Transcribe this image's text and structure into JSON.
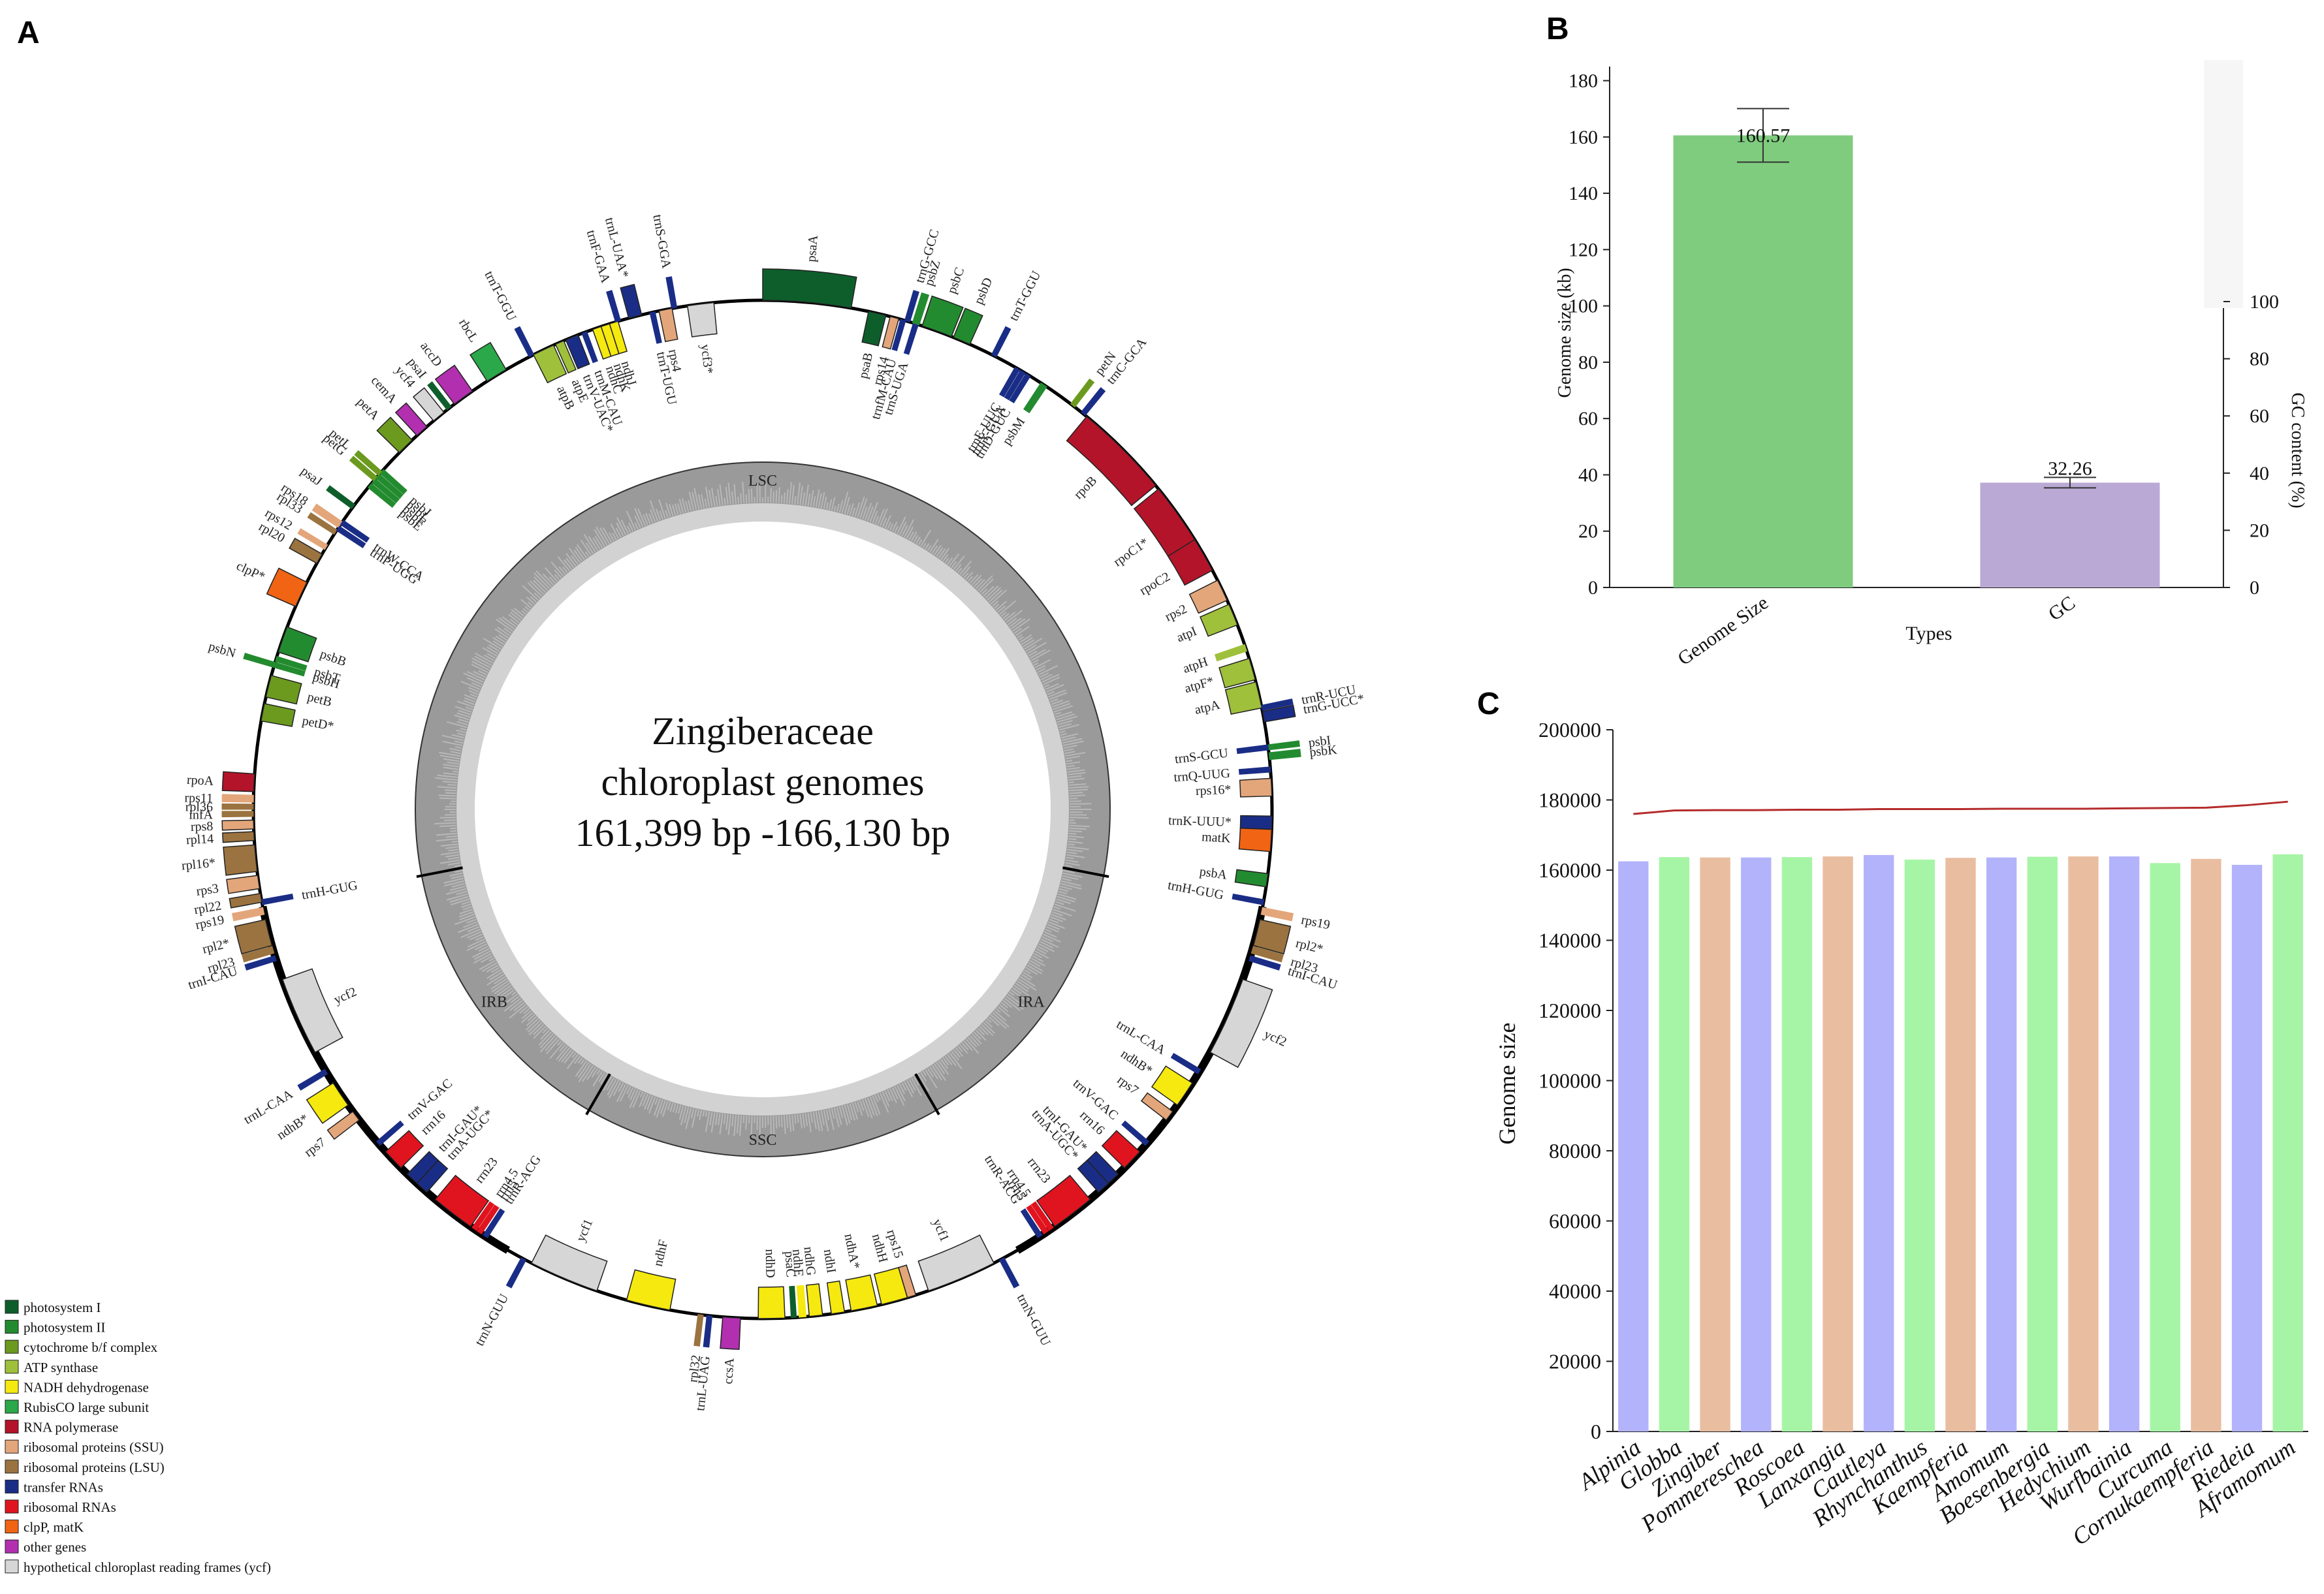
{
  "panel_labels": {
    "a": "A",
    "b": "B",
    "c": "C"
  },
  "genome_map": {
    "center_title_1": "Zingiberaceae",
    "center_title_2": "chloroplast genomes",
    "center_title_3": "161,399 bp -166,130 bp",
    "regions": [
      "LSC",
      "IRA",
      "SSC",
      "IRB"
    ],
    "legend": [
      {
        "label": "photosystem I",
        "color": "#0e5e2c"
      },
      {
        "label": "photosystem II",
        "color": "#238b2f"
      },
      {
        "label": "cytochrome b/f complex",
        "color": "#6b9a1f"
      },
      {
        "label": "ATP synthase",
        "color": "#9fc03b"
      },
      {
        "label": "NADH dehydrogenase",
        "color": "#f5e90f"
      },
      {
        "label": "RubisCO large subunit",
        "color": "#2aa84a"
      },
      {
        "label": "RNA polymerase",
        "color": "#b3142a"
      },
      {
        "label": "ribosomal proteins (SSU)",
        "color": "#e3a67a"
      },
      {
        "label": "ribosomal proteins (LSU)",
        "color": "#9b7340"
      },
      {
        "label": "transfer RNAs",
        "color": "#1a2d86"
      },
      {
        "label": "ribosomal RNAs",
        "color": "#e0141e"
      },
      {
        "label": "clpP, matK",
        "color": "#f06414"
      },
      {
        "label": "other genes",
        "color": "#b22fb0"
      },
      {
        "label": "hypothetical chloroplast reading frames (ycf)",
        "color": "#d6d6d6"
      }
    ],
    "genes": [
      {
        "name": "psaA",
        "c": "#0e5e2c",
        "a": 5,
        "w": 10,
        "o": 1
      },
      {
        "name": "psaB",
        "c": "#0e5e2c",
        "a": 13,
        "w": 2,
        "o": 0
      },
      {
        "name": "rps14",
        "c": "#e3a67a",
        "a": 15,
        "w": 1,
        "o": 0
      },
      {
        "name": "trnfM-CAU",
        "c": "#1a2d86",
        "a": 16,
        "w": 0.6,
        "o": 0
      },
      {
        "name": "trnS-UGA",
        "c": "#1a2d86",
        "a": 17.5,
        "w": 0.6,
        "o": 0
      },
      {
        "name": "trnG-GCC",
        "c": "#1a2d86",
        "a": 16.5,
        "w": 0.6,
        "o": 1
      },
      {
        "name": "psbZ",
        "c": "#238b2f",
        "a": 17.5,
        "w": 0.8,
        "o": 1
      },
      {
        "name": "psbC",
        "c": "#238b2f",
        "a": 20,
        "w": 3.5,
        "o": 1
      },
      {
        "name": "psbD",
        "c": "#238b2f",
        "a": 23,
        "w": 2,
        "o": 1
      },
      {
        "name": "trnT-GGU",
        "c": "#1a2d86",
        "a": 27,
        "w": 0.6,
        "o": 1
      },
      {
        "name": "trnE-UUC",
        "c": "#1a2d86",
        "a": 30,
        "w": 0.6,
        "o": 0
      },
      {
        "name": "trnY-GUA",
        "c": "#1a2d86",
        "a": 30.7,
        "w": 0.6,
        "o": 0
      },
      {
        "name": "trnD-GUC",
        "c": "#1a2d86",
        "a": 31.4,
        "w": 0.6,
        "o": 0
      },
      {
        "name": "psbM",
        "c": "#238b2f",
        "a": 33.5,
        "w": 0.8,
        "o": 0
      },
      {
        "name": "petN",
        "c": "#6b9a1f",
        "a": 37.5,
        "w": 0.6,
        "o": 1
      },
      {
        "name": "trnC-GCA",
        "c": "#1a2d86",
        "a": 39,
        "w": 0.6,
        "o": 1
      },
      {
        "name": "rpoB",
        "c": "#b3142a",
        "a": 45,
        "w": 11,
        "o": 0
      },
      {
        "name": "rpoC1*",
        "c": "#b3142a",
        "a": 55,
        "w": 8,
        "o": 0
      },
      {
        "name": "rpoC2",
        "c": "#b3142a",
        "a": 60,
        "w": 4,
        "o": 0
      },
      {
        "name": "rps2",
        "c": "#e3a67a",
        "a": 64.5,
        "w": 2.5,
        "o": 0
      },
      {
        "name": "atpI",
        "c": "#9fc03b",
        "a": 67.5,
        "w": 2.5,
        "o": 0
      },
      {
        "name": "atpH",
        "c": "#9fc03b",
        "a": 71.5,
        "w": 0.8,
        "o": 0
      },
      {
        "name": "atpF*",
        "c": "#9fc03b",
        "a": 74,
        "w": 2.5,
        "o": 0
      },
      {
        "name": "atpA",
        "c": "#9fc03b",
        "a": 77,
        "w": 3,
        "o": 0
      },
      {
        "name": "trnR-UCU",
        "c": "#1a2d86",
        "a": 78.5,
        "w": 0.6,
        "o": 1
      },
      {
        "name": "trnG-UCC*",
        "c": "#1a2d86",
        "a": 79.5,
        "w": 1.2,
        "o": 1
      },
      {
        "name": "psbI",
        "c": "#238b2f",
        "a": 83,
        "w": 0.6,
        "o": 1
      },
      {
        "name": "psbK",
        "c": "#238b2f",
        "a": 84,
        "w": 0.8,
        "o": 1
      },
      {
        "name": "trnS-GCU",
        "c": "#1a2d86",
        "a": 83,
        "w": 0.6,
        "o": 0
      },
      {
        "name": "trnQ-UUG",
        "c": "#1a2d86",
        "a": 85.5,
        "w": 0.6,
        "o": 0
      },
      {
        "name": "rps16*",
        "c": "#e3a67a",
        "a": 87.5,
        "w": 2,
        "o": 0
      },
      {
        "name": "trnK-UUU*",
        "c": "#1a2d86",
        "a": 91.5,
        "w": 1.5,
        "o": 0
      },
      {
        "name": "matK",
        "c": "#f06414",
        "a": 93.5,
        "w": 2.5,
        "o": 0
      },
      {
        "name": "psbA",
        "c": "#238b2f",
        "a": 98,
        "w": 1.5,
        "o": 0
      },
      {
        "name": "trnH-GUG",
        "c": "#1a2d86",
        "a": 100.5,
        "w": 0.6,
        "o": 0
      },
      {
        "name": "rps19",
        "c": "#e3a67a",
        "a": 101.5,
        "w": 0.8,
        "o": 1
      },
      {
        "name": "rpl2*",
        "c": "#9b7340",
        "a": 104,
        "w": 3,
        "o": 1
      },
      {
        "name": "rpl23",
        "c": "#9b7340",
        "a": 106,
        "w": 0.8,
        "o": 1
      },
      {
        "name": "trnI-CAU",
        "c": "#1a2d86",
        "a": 107,
        "w": 0.6,
        "o": 1
      },
      {
        "name": "ycf2",
        "c": "#d6d6d6",
        "a": 114,
        "w": 9,
        "o": 1
      },
      {
        "name": "trnL-CAA",
        "c": "#1a2d86",
        "a": 121,
        "w": 0.6,
        "o": 0
      },
      {
        "name": "ndhB*",
        "c": "#f5e90f",
        "a": 124,
        "w": 3,
        "o": 0
      },
      {
        "name": "rps7",
        "c": "#e3a67a",
        "a": 127,
        "w": 1.2,
        "o": 0
      },
      {
        "name": "trnV-GAC",
        "c": "#1a2d86",
        "a": 131,
        "w": 0.6,
        "o": 0
      },
      {
        "name": "rrn16",
        "c": "#e0141e",
        "a": 133.5,
        "w": 2.5,
        "o": 0
      },
      {
        "name": "trnI-GAU*",
        "c": "#1a2d86",
        "a": 136.5,
        "w": 1.5,
        "o": 0
      },
      {
        "name": "trnA-UGC*",
        "c": "#1a2d86",
        "a": 138,
        "w": 1.5,
        "o": 0
      },
      {
        "name": "rrn23",
        "c": "#e0141e",
        "a": 142.5,
        "w": 5,
        "o": 0
      },
      {
        "name": "rrn4.5",
        "c": "#e0141e",
        "a": 145.5,
        "w": 0.5,
        "o": 0
      },
      {
        "name": "rrn5",
        "c": "#e0141e",
        "a": 146.2,
        "w": 0.5,
        "o": 0
      },
      {
        "name": "trnR-ACG",
        "c": "#1a2d86",
        "a": 147,
        "w": 0.5,
        "o": 0
      },
      {
        "name": "trnN-GUU",
        "c": "#1a2d86",
        "a": 152,
        "w": 0.6,
        "o": 1
      },
      {
        "name": "ycf1",
        "c": "#d6d6d6",
        "a": 157,
        "w": 8,
        "o": 0
      },
      {
        "name": "rps15",
        "c": "#e3a67a",
        "a": 163,
        "w": 1,
        "o": 0
      },
      {
        "name": "ndhH",
        "c": "#f5e90f",
        "a": 165,
        "w": 3,
        "o": 0
      },
      {
        "name": "ndhA*",
        "c": "#f5e90f",
        "a": 168.5,
        "w": 3,
        "o": 0
      },
      {
        "name": "ndhI",
        "c": "#f5e90f",
        "a": 171.5,
        "w": 1.5,
        "o": 0
      },
      {
        "name": "ndhG",
        "c": "#f5e90f",
        "a": 174,
        "w": 1.5,
        "o": 0
      },
      {
        "name": "ndhE",
        "c": "#f5e90f",
        "a": 175.5,
        "w": 0.8,
        "o": 0
      },
      {
        "name": "psaC",
        "c": "#0e5e2c",
        "a": 176.5,
        "w": 0.6,
        "o": 0
      },
      {
        "name": "ndhD",
        "c": "#f5e90f",
        "a": 179,
        "w": 3,
        "o": 0
      },
      {
        "name": "ccsA",
        "c": "#b22fb0",
        "a": 183.5,
        "w": 2,
        "o": 1
      },
      {
        "name": "trnL-UAG",
        "c": "#1a2d86",
        "a": 186,
        "w": 0.6,
        "o": 1
      },
      {
        "name": "rpl32",
        "c": "#9b7340",
        "a": 187,
        "w": 0.6,
        "o": 1
      },
      {
        "name": "ndhF",
        "c": "#f5e90f",
        "a": 193,
        "w": 5,
        "o": 0
      },
      {
        "name": "ycf1",
        "c": "#d6d6d6",
        "a": 203,
        "w": 8,
        "o": 0
      },
      {
        "name": "trnN-GUU",
        "c": "#1a2d86",
        "a": 208,
        "w": 0.6,
        "o": 1
      },
      {
        "name": "trnR-ACG",
        "c": "#1a2d86",
        "a": 213,
        "w": 0.5,
        "o": 0
      },
      {
        "name": "rrn5",
        "c": "#e0141e",
        "a": 213.8,
        "w": 0.5,
        "o": 0
      },
      {
        "name": "rrn4.5",
        "c": "#e0141e",
        "a": 214.5,
        "w": 0.5,
        "o": 0
      },
      {
        "name": "rrn23",
        "c": "#e0141e",
        "a": 217.5,
        "w": 5,
        "o": 0
      },
      {
        "name": "trnA-UGC*",
        "c": "#1a2d86",
        "a": 222,
        "w": 1.5,
        "o": 0
      },
      {
        "name": "trnI-GAU*",
        "c": "#1a2d86",
        "a": 223.5,
        "w": 1.5,
        "o": 0
      },
      {
        "name": "rrn16",
        "c": "#e0141e",
        "a": 226.5,
        "w": 2.5,
        "o": 0
      },
      {
        "name": "trnV-GAC",
        "c": "#1a2d86",
        "a": 229,
        "w": 0.6,
        "o": 0
      },
      {
        "name": "rps7",
        "c": "#e3a67a",
        "a": 233,
        "w": 1.2,
        "o": 1
      },
      {
        "name": "ndhB*",
        "c": "#f5e90f",
        "a": 236,
        "w": 3,
        "o": 1
      },
      {
        "name": "trnL-CAA",
        "c": "#1a2d86",
        "a": 239,
        "w": 0.6,
        "o": 1
      },
      {
        "name": "ycf2",
        "c": "#d6d6d6",
        "a": 246,
        "w": 9,
        "o": 0
      },
      {
        "name": "trnH-GUG",
        "c": "#1a2d86",
        "a": 259.5,
        "w": 0.6,
        "o": 0
      },
      {
        "name": "trnI-CAU",
        "c": "#1a2d86",
        "a": 253,
        "w": 0.6,
        "o": 1
      },
      {
        "name": "rpl23",
        "c": "#9b7340",
        "a": 254,
        "w": 0.8,
        "o": 1
      },
      {
        "name": "rpl2*",
        "c": "#9b7340",
        "a": 256,
        "w": 3,
        "o": 1
      },
      {
        "name": "rps19",
        "c": "#e3a67a",
        "a": 258.5,
        "w": 0.8,
        "o": 1
      },
      {
        "name": "rpl22",
        "c": "#9b7340",
        "a": 260,
        "w": 1,
        "o": 1
      },
      {
        "name": "rps3",
        "c": "#e3a67a",
        "a": 261.8,
        "w": 1.5,
        "o": 1
      },
      {
        "name": "rpl16*",
        "c": "#9b7340",
        "a": 264.5,
        "w": 3,
        "o": 1
      },
      {
        "name": "rpl14",
        "c": "#9b7340",
        "a": 267,
        "w": 1,
        "o": 1
      },
      {
        "name": "rps8",
        "c": "#e3a67a",
        "a": 268.3,
        "w": 1,
        "o": 1
      },
      {
        "name": "infA",
        "c": "#9b7340",
        "a": 269.5,
        "w": 0.6,
        "o": 1
      },
      {
        "name": "rpl36",
        "c": "#9b7340",
        "a": 270.3,
        "w": 0.5,
        "o": 1
      },
      {
        "name": "rps11",
        "c": "#e3a67a",
        "a": 271.2,
        "w": 0.8,
        "o": 1
      },
      {
        "name": "rpoA",
        "c": "#b3142a",
        "a": 273,
        "w": 2,
        "o": 1
      },
      {
        "name": "petD*",
        "c": "#6b9a1f",
        "a": 281,
        "w": 2,
        "o": 0
      },
      {
        "name": "petB",
        "c": "#6b9a1f",
        "a": 284,
        "w": 2.5,
        "o": 0
      },
      {
        "name": "psbH",
        "c": "#238b2f",
        "a": 286.5,
        "w": 0.6,
        "o": 0
      },
      {
        "name": "psbN",
        "c": "#238b2f",
        "a": 286.5,
        "w": 0.6,
        "o": 1
      },
      {
        "name": "psbT",
        "c": "#238b2f",
        "a": 287.2,
        "w": 0.6,
        "o": 0
      },
      {
        "name": "psbB",
        "c": "#238b2f",
        "a": 289.5,
        "w": 3,
        "o": 0
      },
      {
        "name": "clpP*",
        "c": "#f06414",
        "a": 295,
        "w": 3,
        "o": 1
      },
      {
        "name": "rpl20",
        "c": "#9b7340",
        "a": 299.5,
        "w": 1.2,
        "o": 1
      },
      {
        "name": "rps12",
        "c": "#e3a67a",
        "a": 301,
        "w": 0.5,
        "o": 1
      },
      {
        "name": "rpl33",
        "c": "#9b7340",
        "a": 303,
        "w": 0.6,
        "o": 1
      },
      {
        "name": "rps18",
        "c": "#e3a67a",
        "a": 304,
        "w": 0.8,
        "o": 1
      },
      {
        "name": "trnP-UGG",
        "c": "#1a2d86",
        "a": 303.5,
        "w": 0.6,
        "o": 0
      },
      {
        "name": "trnW-CCA",
        "c": "#1a2d86",
        "a": 304.3,
        "w": 0.6,
        "o": 0
      },
      {
        "name": "psaJ",
        "c": "#0e5e2c",
        "a": 306.5,
        "w": 0.6,
        "o": 1
      },
      {
        "name": "psbE",
        "c": "#238b2f",
        "a": 309.5,
        "w": 0.6,
        "o": 0
      },
      {
        "name": "psbF",
        "c": "#238b2f",
        "a": 310.2,
        "w": 0.6,
        "o": 0
      },
      {
        "name": "psbL",
        "c": "#238b2f",
        "a": 310.9,
        "w": 0.6,
        "o": 0
      },
      {
        "name": "psbJ",
        "c": "#238b2f",
        "a": 311.6,
        "w": 0.6,
        "o": 0
      },
      {
        "name": "petG",
        "c": "#6b9a1f",
        "a": 310.5,
        "w": 0.6,
        "o": 1
      },
      {
        "name": "petL",
        "c": "#6b9a1f",
        "a": 311.3,
        "w": 0.6,
        "o": 1
      },
      {
        "name": "petA",
        "c": "#6b9a1f",
        "a": 315.5,
        "w": 2,
        "o": 1
      },
      {
        "name": "cemA",
        "c": "#b22fb0",
        "a": 318,
        "w": 1.5,
        "o": 1
      },
      {
        "name": "ycf4",
        "c": "#d6d6d6",
        "a": 320.5,
        "w": 1.5,
        "o": 1
      },
      {
        "name": "psaI",
        "c": "#0e5e2c",
        "a": 322,
        "w": 0.6,
        "o": 1
      },
      {
        "name": "accD",
        "c": "#b22fb0",
        "a": 324,
        "w": 2.5,
        "o": 1
      },
      {
        "name": "rbcL",
        "c": "#2aa84a",
        "a": 328.5,
        "w": 2.5,
        "o": 1
      },
      {
        "name": "trnT-GGU",
        "c": "#1a2d86",
        "a": 333,
        "w": 0.6,
        "o": 1
      },
      {
        "name": "atpB",
        "c": "#9fc03b",
        "a": 334.5,
        "w": 2.5,
        "o": 0
      },
      {
        "name": "atpE",
        "c": "#9fc03b",
        "a": 336.5,
        "w": 1,
        "o": 0
      },
      {
        "name": "trnV-UAC*",
        "c": "#1a2d86",
        "a": 338,
        "w": 1.5,
        "o": 0
      },
      {
        "name": "trnM-CAU",
        "c": "#1a2d86",
        "a": 339.5,
        "w": 0.6,
        "o": 0
      },
      {
        "name": "ndhC",
        "c": "#f5e90f",
        "a": 341,
        "w": 1,
        "o": 0
      },
      {
        "name": "ndhK",
        "c": "#f5e90f",
        "a": 342,
        "w": 1,
        "o": 0
      },
      {
        "name": "ndhJ",
        "c": "#f5e90f",
        "a": 343,
        "w": 1,
        "o": 0
      },
      {
        "name": "trnF-GAA",
        "c": "#1a2d86",
        "a": 343.5,
        "w": 0.6,
        "o": 1
      },
      {
        "name": "trnL-UAA*",
        "c": "#1a2d86",
        "a": 345.5,
        "w": 1.5,
        "o": 1
      },
      {
        "name": "trnT-UGU",
        "c": "#1a2d86",
        "a": 347.5,
        "w": 0.6,
        "o": 0
      },
      {
        "name": "rps4",
        "c": "#e3a67a",
        "a": 349,
        "w": 1.5,
        "o": 0
      },
      {
        "name": "trnS-GGA",
        "c": "#1a2d86",
        "a": 350,
        "w": 0.6,
        "o": 1
      },
      {
        "name": "ycf3*",
        "c": "#d6d6d6",
        "a": 353,
        "w": 3,
        "o": 0
      }
    ]
  },
  "chart_data": [
    {
      "type": "bar",
      "panel": "B",
      "categories": [
        "Genome Size",
        "GC"
      ],
      "values": [
        160.57,
        32.26
      ],
      "errors": [
        9.5,
        1.2
      ],
      "data_labels": [
        "160.57",
        "32.26"
      ],
      "colors": [
        "#7fcc7f",
        "#b9a9d4"
      ],
      "xlabel": "Types",
      "ylabel": "Genome size (kb)",
      "ylabel_right": "GC content (%)",
      "ylim": [
        0,
        185
      ],
      "yticks": [
        0,
        20,
        40,
        60,
        80,
        100,
        120,
        140,
        160,
        180
      ],
      "ylim_right": [
        0,
        100
      ],
      "yticks_right": [
        0,
        20,
        40,
        60,
        80,
        100
      ],
      "grid": false
    },
    {
      "type": "bar",
      "panel": "C",
      "categories": [
        "Alpinia",
        "Globba",
        "Zingiber",
        "Pommereschea",
        "Roscoea",
        "Lanxangia",
        "Cautleya",
        "Rhynchanthus",
        "Kaempferia",
        "Amomum",
        "Boesenbergia",
        "Hedychium",
        "Wurfbainia",
        "Curcuma",
        "Cornukaempferia",
        "Riedeia",
        "Aframomum"
      ],
      "values": [
        162500,
        163700,
        163600,
        163600,
        163700,
        163900,
        164300,
        163000,
        163500,
        163600,
        163800,
        163900,
        163900,
        162000,
        163200,
        161500,
        164500
      ],
      "line_values": [
        176000,
        177000,
        177100,
        177100,
        177200,
        177200,
        177400,
        177400,
        177400,
        177500,
        177500,
        177500,
        177600,
        177700,
        177800,
        178500,
        179500
      ],
      "colors": [
        "#b3b3fb",
        "#a6f5a6",
        "#e9bda0"
      ],
      "line_color": "#b52b2b",
      "ylabel": "Genome size",
      "ylim": [
        0,
        200000
      ],
      "yticks": [
        0,
        20000,
        40000,
        60000,
        80000,
        100000,
        120000,
        140000,
        160000,
        180000,
        200000
      ],
      "grid": false
    }
  ]
}
